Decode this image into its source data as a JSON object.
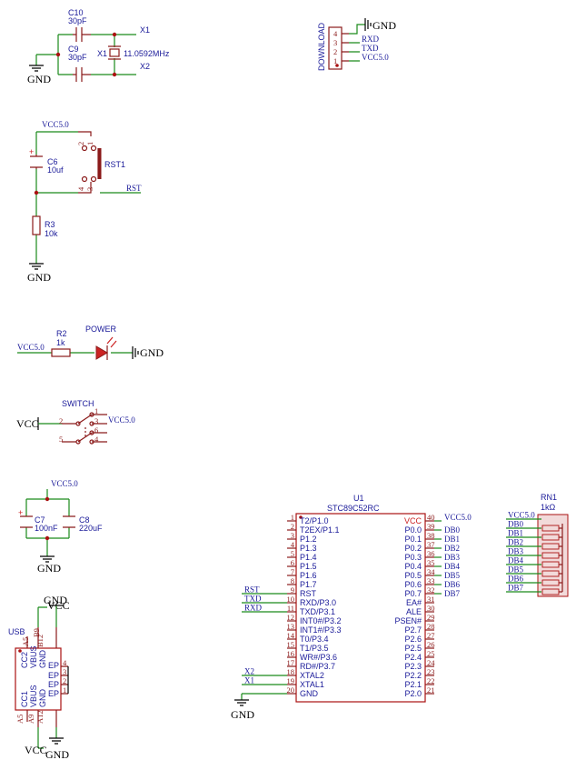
{
  "crystal": {
    "c10": "C10",
    "c10v": "30pF",
    "c9": "C9",
    "c9v": "30pF",
    "x1": "X1",
    "x1v": "11.0592MHz",
    "net_x1": "X1",
    "net_x2": "X2",
    "gnd": "GND"
  },
  "download": {
    "title": "DOWNLOAD",
    "pins": [
      "4",
      "3",
      "2",
      "1"
    ],
    "nets": [
      "RXD",
      "TXD",
      "VCC5.0"
    ],
    "gnd": "GND"
  },
  "reset": {
    "vcc": "VCC5.0",
    "c6": "C6",
    "c6v": "10uf",
    "rst1": "RST1",
    "net_rst": "RST",
    "r3": "R3",
    "r3v": "10k",
    "gnd": "GND",
    "pins": [
      "2",
      "1",
      "4",
      "3"
    ]
  },
  "power": {
    "vcc": "VCC5.0",
    "r2": "R2",
    "r2v": "1k",
    "label": "POWER",
    "gnd": "GND"
  },
  "switch": {
    "label": "SWITCH",
    "vcc_in": "VCC",
    "vcc_out": "VCC5.0",
    "pins_left": [
      "2",
      "5"
    ],
    "pins_right": [
      "1",
      "3",
      "6",
      "4"
    ]
  },
  "caps": {
    "vcc": "VCC5.0",
    "c7": "C7",
    "c7v": "100nF",
    "c8": "C8",
    "c8v": "220uF",
    "gnd": "GND"
  },
  "usb": {
    "label": "USB",
    "vcc_top": "VCC",
    "gnd_top": "GND",
    "vcc_bot": "VCC",
    "gnd_bot": "GND",
    "top_pins": [
      "A5",
      "B9",
      "B12"
    ],
    "bot_pins": [
      "A5",
      "A9",
      "A12"
    ],
    "top_labels": [
      "CC2",
      "VBUS",
      "GND"
    ],
    "bot_labels": [
      "CC1",
      "VBUS",
      "GND"
    ],
    "ep_pins": [
      "4",
      "3",
      "2",
      "1"
    ],
    "ep": "EP"
  },
  "mcu": {
    "ref": "U1",
    "part": "STC89C52RC",
    "left_pins": [
      {
        "n": "1",
        "name": "T2/P1.0"
      },
      {
        "n": "2",
        "name": "T2EX/P1.1"
      },
      {
        "n": "3",
        "name": "P1.2"
      },
      {
        "n": "4",
        "name": "P1.3"
      },
      {
        "n": "5",
        "name": "P1.4"
      },
      {
        "n": "6",
        "name": "P1.5"
      },
      {
        "n": "7",
        "name": "P1.6"
      },
      {
        "n": "8",
        "name": "P1.7"
      },
      {
        "n": "9",
        "name": "RST"
      },
      {
        "n": "10",
        "name": "RXD/P3.0"
      },
      {
        "n": "11",
        "name": "TXD/P3.1"
      },
      {
        "n": "12",
        "name": "INT0#/P3.2"
      },
      {
        "n": "13",
        "name": "INT1#/P3.3"
      },
      {
        "n": "14",
        "name": "T0/P3.4"
      },
      {
        "n": "15",
        "name": "T1/P3.5"
      },
      {
        "n": "16",
        "name": "WR#/P3.6"
      },
      {
        "n": "17",
        "name": "RD#/P3.7"
      },
      {
        "n": "18",
        "name": "XTAL2"
      },
      {
        "n": "19",
        "name": "XTAL1"
      },
      {
        "n": "20",
        "name": "GND"
      }
    ],
    "right_pins": [
      {
        "n": "40",
        "name": "VCC"
      },
      {
        "n": "39",
        "name": "P0.0"
      },
      {
        "n": "38",
        "name": "P0.1"
      },
      {
        "n": "37",
        "name": "P0.2"
      },
      {
        "n": "36",
        "name": "P0.3"
      },
      {
        "n": "35",
        "name": "P0.4"
      },
      {
        "n": "34",
        "name": "P0.5"
      },
      {
        "n": "33",
        "name": "P0.6"
      },
      {
        "n": "32",
        "name": "P0.7"
      },
      {
        "n": "31",
        "name": "EA#"
      },
      {
        "n": "30",
        "name": "ALE"
      },
      {
        "n": "29",
        "name": "PSEN#"
      },
      {
        "n": "28",
        "name": "P2.7"
      },
      {
        "n": "27",
        "name": "P2.6"
      },
      {
        "n": "26",
        "name": "P2.5"
      },
      {
        "n": "25",
        "name": "P2.4"
      },
      {
        "n": "24",
        "name": "P2.3"
      },
      {
        "n": "23",
        "name": "P2.2"
      },
      {
        "n": "22",
        "name": "P2.1"
      },
      {
        "n": "21",
        "name": "P2.0"
      }
    ],
    "left_nets": {
      "9": "RST",
      "10": "TXD",
      "11": "RXD",
      "18": "X2",
      "19": "X1"
    },
    "right_nets": [
      "VCC5.0",
      "DB0",
      "DB1",
      "DB2",
      "DB3",
      "DB4",
      "DB5",
      "DB6",
      "DB7"
    ],
    "gnd": "GND"
  },
  "rn1": {
    "ref": "RN1",
    "val": "1kΩ",
    "nets": [
      "VCC5.0",
      "DB0",
      "DB1",
      "DB2",
      "DB3",
      "DB4",
      "DB5",
      "DB6",
      "DB7"
    ]
  }
}
